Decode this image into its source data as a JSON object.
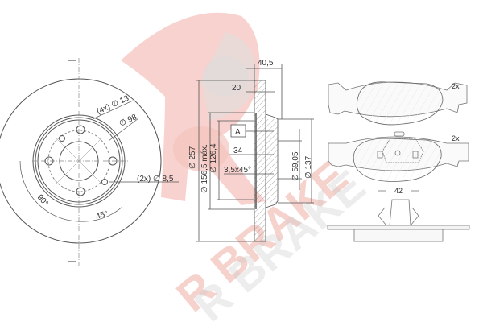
{
  "watermark": {
    "brand_text": "R BRAKE",
    "color": "#f4c3bd",
    "shadow_color": "#d9d9d9"
  },
  "disc_front_view": {
    "bolt_holes_label": "(4x) ∅ 13",
    "pcd_label": "∅ 98",
    "small_holes_label": "(2x) ∅ 8,5",
    "angle_90": "90°",
    "angle_45": "45°"
  },
  "disc_section_view": {
    "total_height": "40,5",
    "disc_thickness": "20",
    "outer_diameter": "∅ 257",
    "min_diameter": "∅ 156,5 máx.",
    "inner_diameter_1": "∅ 126,4",
    "datum_label": "A",
    "hub_depth": "34",
    "chamfer": "3,5x45°",
    "center_bore": "∅ 59,05",
    "hub_diameter": "∅ 137"
  },
  "brake_pads": {
    "pad_top_qty": "2x",
    "pad_bottom_qty": "2x",
    "clip_width": "42"
  },
  "colors": {
    "line": "#555555",
    "text": "#333333",
    "watermark_red": "#f4c3bd"
  }
}
